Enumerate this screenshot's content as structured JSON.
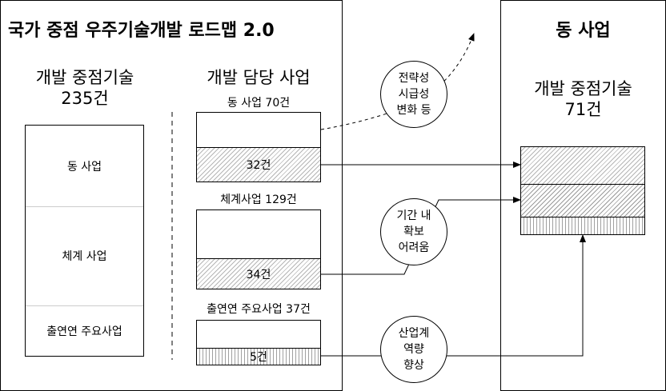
{
  "left_panel": {
    "title": "국가 중점 우주기술개발 로드맵 2.0",
    "heading_line1": "개발 중점기술",
    "heading_line2": "235건",
    "segments": [
      "동 사업",
      "체계 사업",
      "출연연 주요사업"
    ]
  },
  "middle": {
    "heading": "개발 담당 사업",
    "groups": [
      {
        "label": "동 사업 70건",
        "highlight": "32건"
      },
      {
        "label": "체계사업 129건",
        "highlight": "34건"
      },
      {
        "label": "출연연 주요사업 37건",
        "highlight": "5건"
      }
    ]
  },
  "circles": [
    {
      "lines": [
        "전략성",
        "시급성",
        "변화 등"
      ]
    },
    {
      "lines": [
        "기간 내",
        "확보",
        "어려움"
      ]
    },
    {
      "lines": [
        "산업계",
        "역량",
        "향상"
      ]
    }
  ],
  "right_panel": {
    "title": "동 사업",
    "heading_line1": "개발 중점기술",
    "heading_line2": "71건"
  },
  "colors": {
    "line": "#000000",
    "hatch": "#b5b5b5",
    "background": "#ffffff"
  }
}
